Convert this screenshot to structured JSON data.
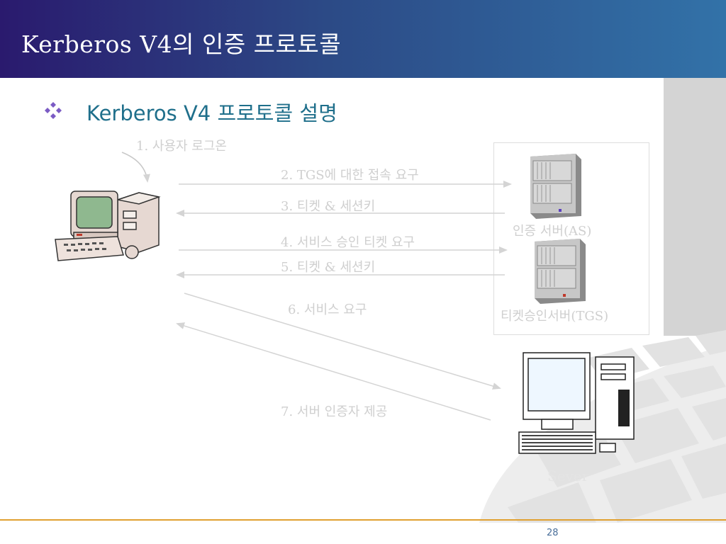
{
  "slide": {
    "title": "Kerberos V4의 인증 프로토콜",
    "subtitle": "Kerberos V4 프로토콜 설명",
    "page_number": "28"
  },
  "diagram": {
    "steps": [
      "1. 사용자 로그온",
      "2. TGS에 대한 접속 요구",
      "3. 티켓 & 세션키",
      "4. 서비스 승인 티켓 요구",
      "5. 티켓 & 세션키",
      "6. 서비스 요구",
      "7. 서버 인증자 제공"
    ],
    "as_label": "인증 서버(AS)",
    "tgs_label": "티켓승인서버(TGS)",
    "server_label": "Sever"
  },
  "colors": {
    "header_start": "#2a1a6e",
    "header_end": "#3272a8",
    "subtitle": "#1f6f8b",
    "label_gray": "#cfcfcf",
    "footer_line": "#e0a030"
  }
}
